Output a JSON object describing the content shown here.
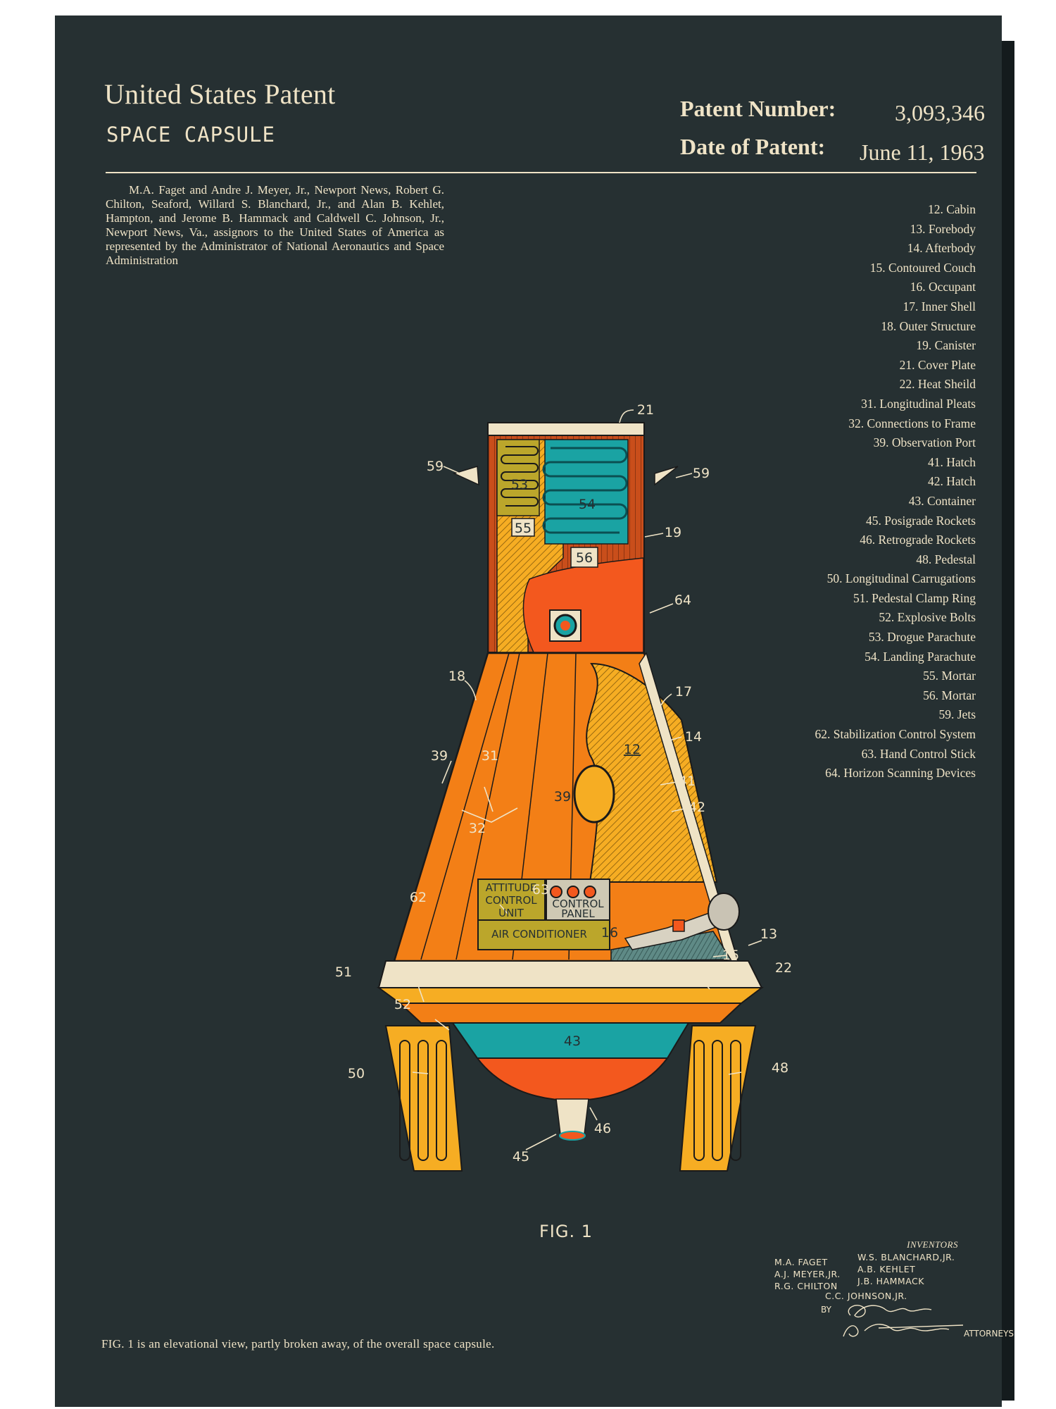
{
  "header": {
    "title": "United States Patent",
    "subtitle": "SPACE CAPSULE",
    "patent_number_label": "Patent Number:",
    "patent_number": "3,093,346",
    "date_label": "Date of Patent:",
    "date": "June 11, 1963"
  },
  "assignors": "M.A. Faget and Andre J. Meyer, Jr., Newport News, Robert G. Chilton, Seaford, Willard S. Blanchard, Jr., and Alan B. Kehlet, Hampton, and Jerome B. Hammack and Caldwell C. Johnson, Jr., Newport News, Va., assignors to the United States of America as represented by the Administrator of National Aeronautics and Space Administration",
  "legend": [
    "12. Cabin",
    "13. Forebody",
    "14. Afterbody",
    "15. Contoured Couch",
    "16. Occupant",
    "17. Inner Shell",
    "18. Outer Structure",
    "19. Canister",
    "21. Cover Plate",
    "22. Heat Sheild",
    "31. Longitudinal Pleats",
    "32. Connections to Frame",
    "39. Observation Port",
    "41. Hatch",
    "42. Hatch",
    "43. Container",
    "45. Posigrade Rockets",
    "46. Retrograde Rockets",
    "48. Pedestal",
    "50. Longitudinal Carrugations",
    "51. Pedestal Clamp Ring",
    "52. Explosive Bolts",
    "53. Drogue Parachute",
    "54. Landing Parachute",
    "55. Mortar",
    "56. Mortar",
    "59. Jets",
    "62. Stabilization Control System",
    "63. Hand Control Stick",
    "64. Horizon Scanning Devices"
  ],
  "figure": {
    "labels": {
      "attitude_1": "ATTITUDE",
      "attitude_2": "CONTROL",
      "attitude_3": "UNIT",
      "control_1": "CONTROL",
      "control_2": "PANEL",
      "air": "AIR CONDITIONER"
    },
    "callouts": {
      "n21": "21",
      "n59a": "59",
      "n59b": "59",
      "n53": "53",
      "n54": "54",
      "n55": "55",
      "n56": "56",
      "n19": "19",
      "n64": "64",
      "n18": "18",
      "n17": "17",
      "n12": "12",
      "n14": "14",
      "n39a": "39",
      "n31": "31",
      "n39b": "39",
      "n41": "41",
      "n42": "42",
      "n32": "32",
      "n62": "62",
      "n63": "63",
      "n13": "13",
      "n16": "16",
      "n15": "15",
      "n51": "51",
      "n22": "22",
      "n52": "52",
      "n43": "43",
      "n50": "50",
      "n48": "48",
      "n46": "46",
      "n45": "45"
    },
    "caption": "FIG. 1"
  },
  "inventors": {
    "heading": "INVENTORS",
    "col1": [
      "M.A. FAGET",
      "A.J. MEYER,JR.",
      "R.G. CHILTON"
    ],
    "col2": [
      "W.S. BLANCHARD,JR.",
      "A.B. KEHLET",
      "J.B. HAMMACK"
    ],
    "last": "C.C. JOHNSON,JR.",
    "by": "BY",
    "attorneys": "ATTORNEYS"
  },
  "footnote": "FIG. 1 is an elevational view, partly broken away, of the overall space capsule.",
  "colors": {
    "background": "#263032",
    "ink": "#efe3c6",
    "orange": "#f37f16",
    "red_orange": "#f3581e",
    "rust": "#c94e1b",
    "yellow": "#f6ad23",
    "teal": "#1aa3a3",
    "olive": "#a19c33",
    "cream": "#efe3c6"
  }
}
